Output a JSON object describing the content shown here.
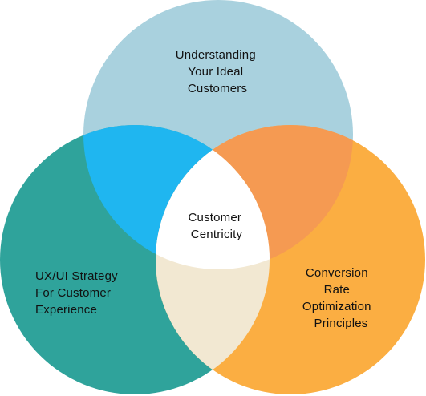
{
  "diagram": {
    "top": {
      "lines": [
        "Understanding",
        "Your Ideal",
        "Customers"
      ],
      "color": "#A9D1DE"
    },
    "left": {
      "lines": [
        "UX/UI Strategy",
        "For Customer",
        "Experience"
      ],
      "color": "#2FA39B"
    },
    "right": {
      "lines": [
        "Conversion",
        "Rate",
        "Optimization",
        "Principles"
      ],
      "color": "#FBAE42"
    },
    "overlap_top_left": {
      "color": "#1FB6F0"
    },
    "overlap_top_right": {
      "color": "#F59A52"
    },
    "overlap_left_right": {
      "color": "#F2E8D2"
    },
    "center": {
      "lines": [
        "Customer",
        "Centricity"
      ],
      "color": "#FFFFFF"
    }
  }
}
